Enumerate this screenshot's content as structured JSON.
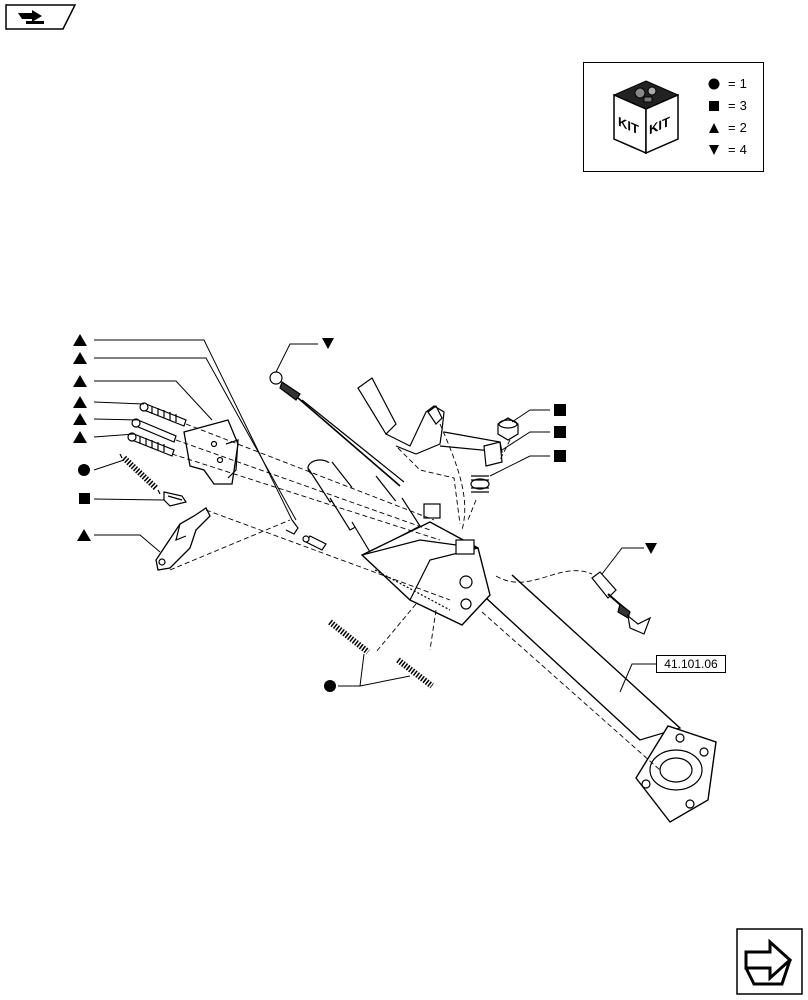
{
  "kit_legend": {
    "title_left": "KIT",
    "title_right": "KIT",
    "items": [
      {
        "symbol": "circle",
        "eq": "=",
        "count": "1"
      },
      {
        "symbol": "square",
        "eq": "=",
        "count": "3"
      },
      {
        "symbol": "triangle-up",
        "eq": "=",
        "count": "2"
      },
      {
        "symbol": "triangle-down",
        "eq": "=",
        "count": "4"
      }
    ]
  },
  "reference_label": "41.101.06",
  "icons": {
    "top_nav": "previous-page-icon",
    "bottom_nav": "next-page-icon"
  }
}
